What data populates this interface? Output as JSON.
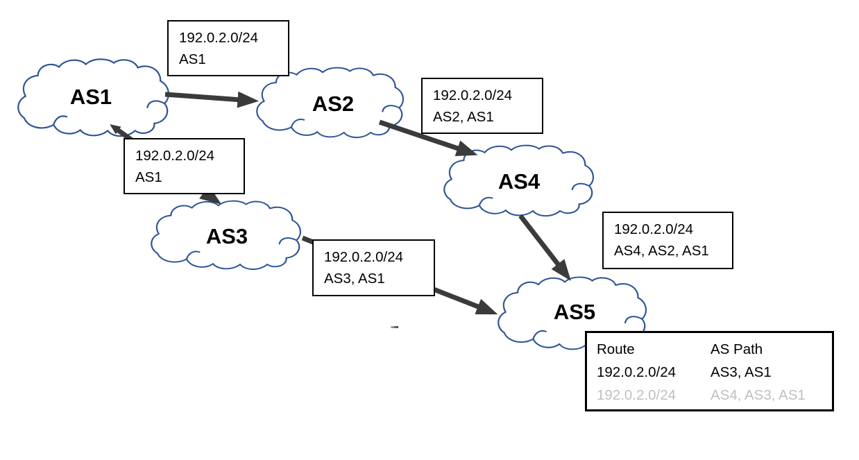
{
  "diagram": {
    "description": "BGP route advertisement diagram",
    "route_prefix": "192.0.2.0/24",
    "nodes": [
      {
        "id": "as1",
        "label": "AS1"
      },
      {
        "id": "as2",
        "label": "AS2"
      },
      {
        "id": "as3",
        "label": "AS3"
      },
      {
        "id": "as4",
        "label": "AS4"
      },
      {
        "id": "as5",
        "label": "AS5"
      }
    ],
    "advertisements": [
      {
        "from": "AS1",
        "to": "AS2",
        "route": "192.0.2.0/24",
        "as_path": "AS1"
      },
      {
        "from": "AS1",
        "to": "AS3",
        "route": "192.0.2.0/24",
        "as_path": "AS1"
      },
      {
        "from": "AS2",
        "to": "AS4",
        "route": "192.0.2.0/24",
        "as_path": "AS2, AS1"
      },
      {
        "from": "AS3",
        "to": "AS5",
        "route": "192.0.2.0/24",
        "as_path": "AS3, AS1"
      },
      {
        "from": "AS4",
        "to": "AS5",
        "route": "192.0.2.0/24",
        "as_path": "AS4, AS2, AS1"
      }
    ],
    "routing_table": {
      "headers": {
        "route": "Route",
        "as_path": "AS Path"
      },
      "rows": [
        {
          "route": "192.0.2.0/24",
          "as_path": "AS3, AS1",
          "selected": true
        },
        {
          "route": "192.0.2.0/24",
          "as_path": "AS4, AS3, AS1",
          "selected": false
        }
      ]
    },
    "colors": {
      "cloud_outline": "#2F5597",
      "arrow": "#3B3B3B",
      "box_border": "#000000",
      "text": "#000000",
      "dimmed_text": "#BFBFBF"
    }
  }
}
